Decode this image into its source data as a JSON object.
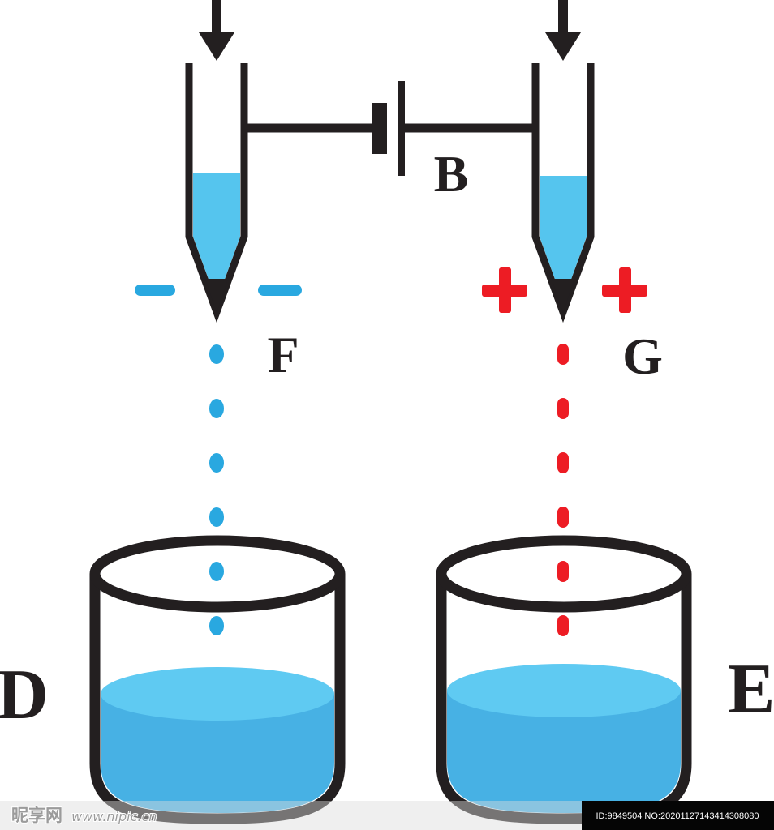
{
  "title": "Charged water drops electrostatics diagram",
  "labels": {
    "battery": "B",
    "left_tip": "F",
    "right_tip": "G",
    "left_beaker": "D",
    "right_beaker": "E"
  },
  "signs": {
    "left_polarity": "negative",
    "right_polarity": "positive"
  },
  "watermark": {
    "site_name": "昵享网",
    "site_url": "www.nipic.cn",
    "id_text": "ID:9849504 NO:20201127143414308080"
  },
  "colors": {
    "outline": "#231f20",
    "funnel_liquid": "#55c5ee",
    "beaker_liquid": "#47b1e4",
    "beaker_surface": "#5fcaf2",
    "sign_blue": "#29a8e0",
    "red": "#ed1c24",
    "watermark_gray": "#9b9b9b",
    "idbar_bg": "#050505",
    "idbar_text": "#ffffff"
  }
}
